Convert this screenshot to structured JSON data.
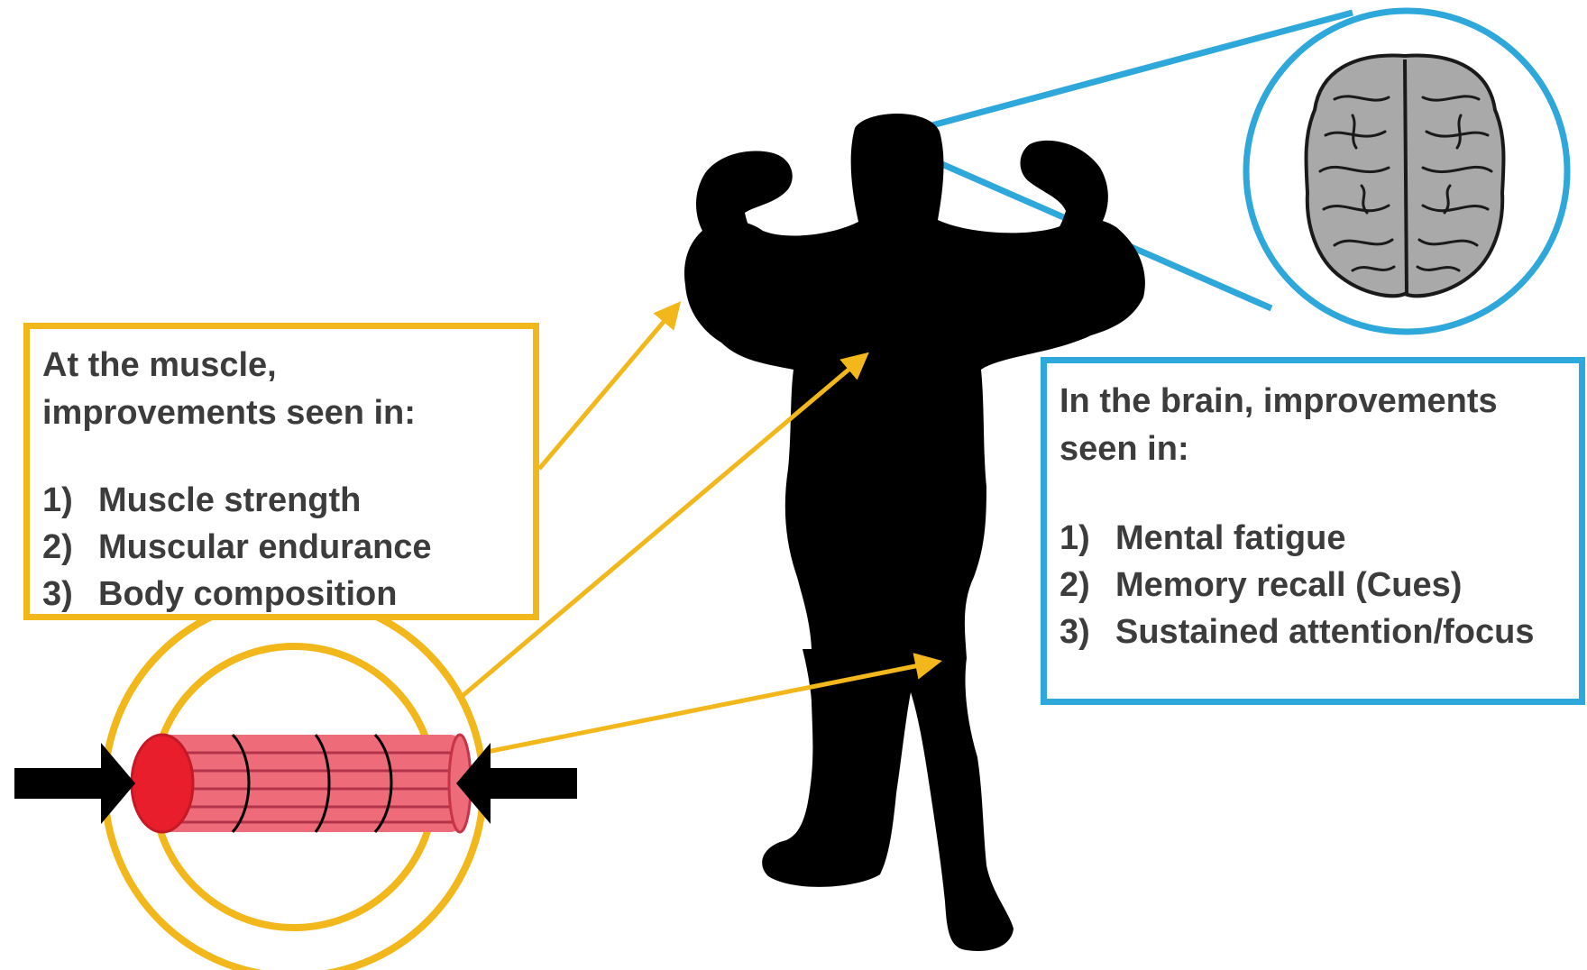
{
  "colors": {
    "muscle_accent": "#f2b71a",
    "brain_accent": "#2ea7da",
    "silhouette": "#000000",
    "muscle_fiber": "#ee6b7a",
    "muscle_end": "#e81e2c",
    "brain_fill": "#a9a9a9",
    "text": "#3c3c3c"
  },
  "muscle_box": {
    "heading_line1": "At the muscle,",
    "heading_line2": "improvements seen in:",
    "items": [
      {
        "num": "1)",
        "text": "Muscle strength"
      },
      {
        "num": "2)",
        "text": "Muscular endurance"
      },
      {
        "num": "3)",
        "text": "Body composition"
      }
    ]
  },
  "brain_box": {
    "heading_line1": "In the brain, improvements",
    "heading_line2": "seen in:",
    "items": [
      {
        "num": "1)",
        "text": "Mental fatigue"
      },
      {
        "num": "2)",
        "text": "Memory recall (Cues)"
      },
      {
        "num": "3)",
        "text": "Sustained attention/focus"
      }
    ]
  },
  "icons": [
    "human-silhouette-icon",
    "brain-icon",
    "muscle-fiber-icon",
    "compression-arrow-icon"
  ]
}
